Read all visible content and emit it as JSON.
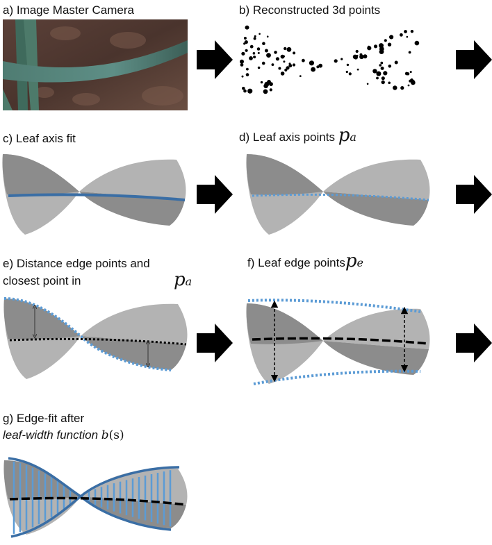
{
  "panels": {
    "a": {
      "label": "a) Image Master Camera"
    },
    "b": {
      "label": "b) Reconstructed 3d points"
    },
    "c": {
      "label": "c) Leaf axis fit"
    },
    "d": {
      "label": "d) Leaf axis points",
      "sym": "p",
      "sub": "a"
    },
    "e": {
      "label_line1": "e) Distance edge points and",
      "label_line2": "closest point in",
      "sym": "p",
      "sub": "a"
    },
    "f": {
      "label": "f) Leaf edge points",
      "sym": "p",
      "sub": "e"
    },
    "g": {
      "label_line1": "g) Edge-fit after",
      "label_line2_italic": "leaf-width function",
      "func": "b",
      "arg": "(s)"
    }
  },
  "colors": {
    "light_gray": "#b3b3b3",
    "dark_gray": "#8c8c8c",
    "blue": "#3a6ea5",
    "light_blue": "#5b9bd5",
    "black": "#000000"
  }
}
